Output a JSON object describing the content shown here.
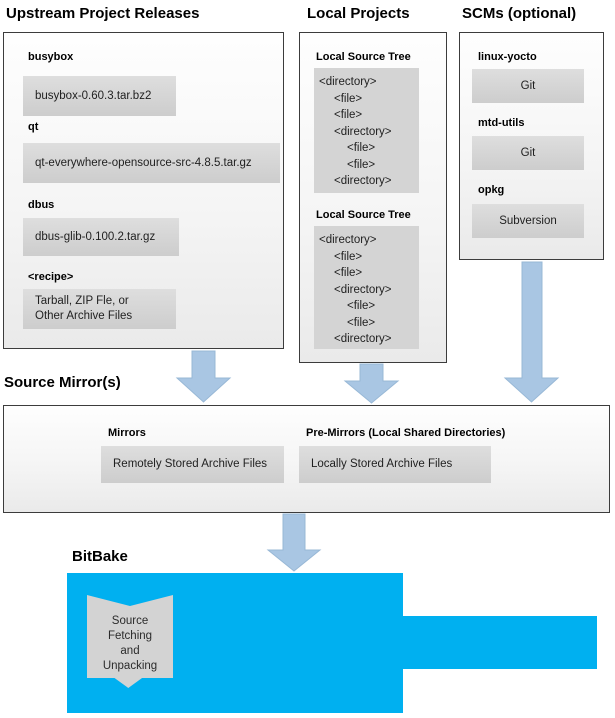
{
  "upstream": {
    "title": "Upstream Project Releases",
    "items": [
      {
        "label": "busybox",
        "value": "busybox-0.60.3.tar.bz2"
      },
      {
        "label": "qt",
        "value": "qt-everywhere-opensource-src-4.8.5.tar.gz"
      },
      {
        "label": "dbus",
        "value": "dbus-glib-0.100.2.tar.gz"
      },
      {
        "label": "<recipe>",
        "value": "Tarball, ZIP Fle, or\nOther Archive Files"
      }
    ]
  },
  "local_projects": {
    "title": "Local Projects",
    "trees": [
      {
        "label": "Local Source Tree",
        "entries": [
          {
            "text": "<directory>",
            "indent": 0
          },
          {
            "text": "<file>",
            "indent": 1
          },
          {
            "text": "<file>",
            "indent": 1
          },
          {
            "text": "<directory>",
            "indent": 1
          },
          {
            "text": "<file>",
            "indent": 2
          },
          {
            "text": "<file>",
            "indent": 2
          },
          {
            "text": "<directory>",
            "indent": 1
          }
        ]
      },
      {
        "label": "Local Source Tree",
        "entries": [
          {
            "text": "<directory>",
            "indent": 0
          },
          {
            "text": "<file>",
            "indent": 1
          },
          {
            "text": "<file>",
            "indent": 1
          },
          {
            "text": "<directory>",
            "indent": 1
          },
          {
            "text": "<file>",
            "indent": 2
          },
          {
            "text": "<file>",
            "indent": 2
          },
          {
            "text": "<directory>",
            "indent": 1
          }
        ]
      }
    ]
  },
  "scms": {
    "title": "SCMs (optional)",
    "items": [
      {
        "label": "linux-yocto",
        "value": "Git"
      },
      {
        "label": "mtd-utils",
        "value": "Git"
      },
      {
        "label": "opkg",
        "value": "Subversion"
      }
    ]
  },
  "source_mirrors": {
    "title": "Source Mirror(s)",
    "items": [
      {
        "label": "Mirrors",
        "value": "Remotely Stored Archive Files"
      },
      {
        "label": "Pre-Mirrors (Local Shared Directories)",
        "value": "Locally Stored Archive Files"
      }
    ]
  },
  "bitbake": {
    "title": "BitBake",
    "process": "Source Fetching and Unpacking"
  },
  "colors": {
    "cyan": "#00b0f0",
    "arrow_fill": "#a9c6e3",
    "arrow_stroke": "#98b8d6"
  }
}
